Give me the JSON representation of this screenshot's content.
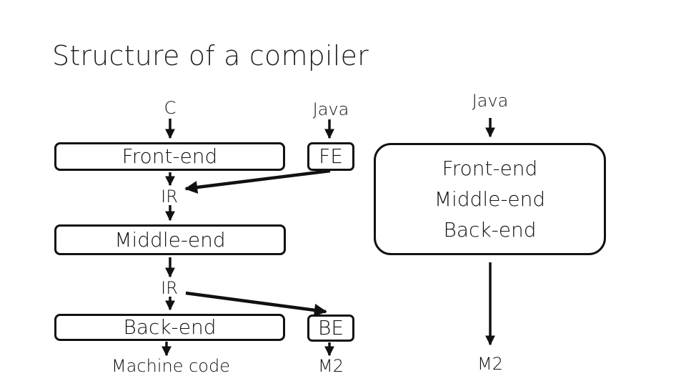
{
  "title": "Structure of a compiler",
  "pipeline_c": {
    "input": "C",
    "front": "Front-end",
    "ir1": "IR",
    "middle": "Middle-end",
    "ir2": "IR",
    "back": "Back-end",
    "output": "Machine code"
  },
  "pipeline_java": {
    "input": "Java",
    "front": "FE",
    "back": "BE",
    "output": "M2"
  },
  "pipeline_combined": {
    "input": "Java",
    "stages": [
      "Front-end",
      "Middle-end",
      "Back-end"
    ],
    "output": "M2"
  }
}
